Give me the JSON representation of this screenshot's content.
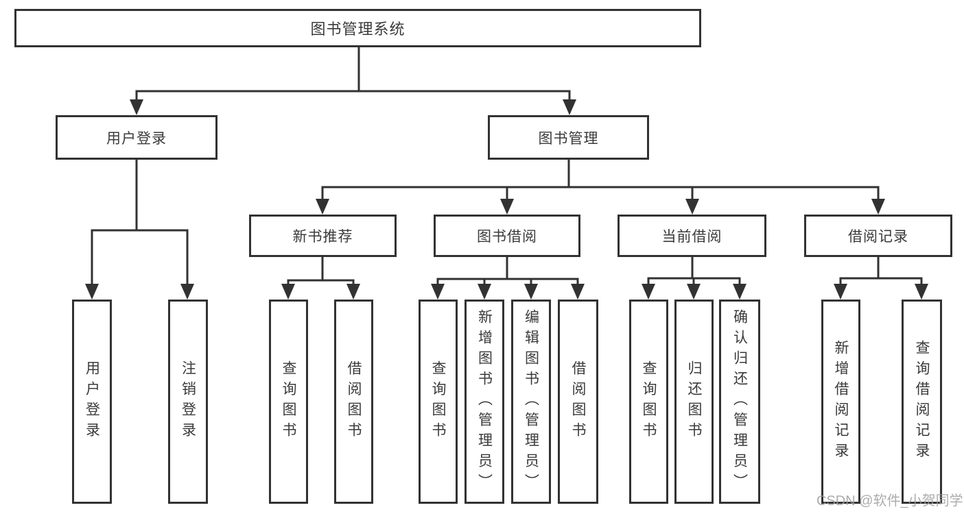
{
  "diagram": {
    "type": "tree",
    "root": {
      "label": "图书管理系统"
    },
    "branches": [
      {
        "label": "用户登录",
        "children": [
          {
            "label": "用户登录"
          },
          {
            "label": "注销登录"
          }
        ]
      },
      {
        "label": "图书管理",
        "children": [
          {
            "label": "新书推荐",
            "children": [
              {
                "label": "查询图书"
              },
              {
                "label": "借阅图书"
              }
            ]
          },
          {
            "label": "图书借阅",
            "children": [
              {
                "label": "查询图书"
              },
              {
                "label": "新增图书（管理员）"
              },
              {
                "label": "编辑图书（管理员）"
              },
              {
                "label": "借阅图书"
              }
            ]
          },
          {
            "label": "当前借阅",
            "children": [
              {
                "label": "查询图书"
              },
              {
                "label": "归还图书"
              },
              {
                "label": "确认归还（管理员）"
              }
            ]
          },
          {
            "label": "借阅记录",
            "children": [
              {
                "label": "新增借阅记录"
              },
              {
                "label": "查询借阅记录"
              }
            ]
          }
        ]
      }
    ]
  },
  "watermark": {
    "text": "CSDN @软件_小贺同学"
  },
  "colors": {
    "line": "#323232",
    "text": "#3a3a3a",
    "background": "#ffffff",
    "watermark": "#9e9e9e"
  }
}
